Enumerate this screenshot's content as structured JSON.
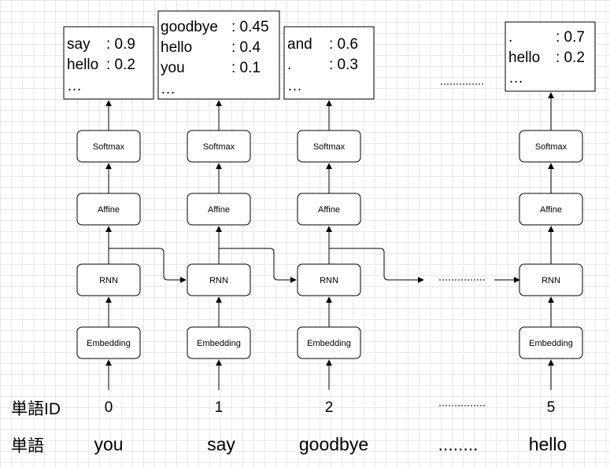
{
  "layers": {
    "embedding": "Embedding",
    "rnn": "RNN",
    "affine": "Affine",
    "softmax": "Softmax"
  },
  "row_labels": {
    "word_id": "単語ID",
    "word": "単語"
  },
  "steps": [
    {
      "id": "0",
      "word": "you",
      "predictions": [
        {
          "token": "say",
          "prob": ": 0.9"
        },
        {
          "token": "hello",
          "prob": ": 0.2"
        },
        {
          "token": "…",
          "prob": ""
        }
      ]
    },
    {
      "id": "1",
      "word": "say",
      "predictions": [
        {
          "token": "goodbye",
          "prob": ": 0.45"
        },
        {
          "token": "hello",
          "prob": ": 0.4"
        },
        {
          "token": "you",
          "prob": ": 0.1"
        },
        {
          "token": "…",
          "prob": ""
        }
      ]
    },
    {
      "id": "2",
      "word": "goodbye",
      "predictions": [
        {
          "token": "and",
          "prob": ": 0.6"
        },
        {
          "token": ".",
          "prob": ": 0.3"
        },
        {
          "token": "…",
          "prob": ""
        }
      ]
    },
    {
      "id": "5",
      "word": "hello",
      "predictions": [
        {
          "token": ".",
          "prob": ": 0.7"
        },
        {
          "token": "hello",
          "prob": ": 0.2"
        },
        {
          "token": "…",
          "prob": ""
        }
      ]
    }
  ],
  "ellipsis_word": "........"
}
